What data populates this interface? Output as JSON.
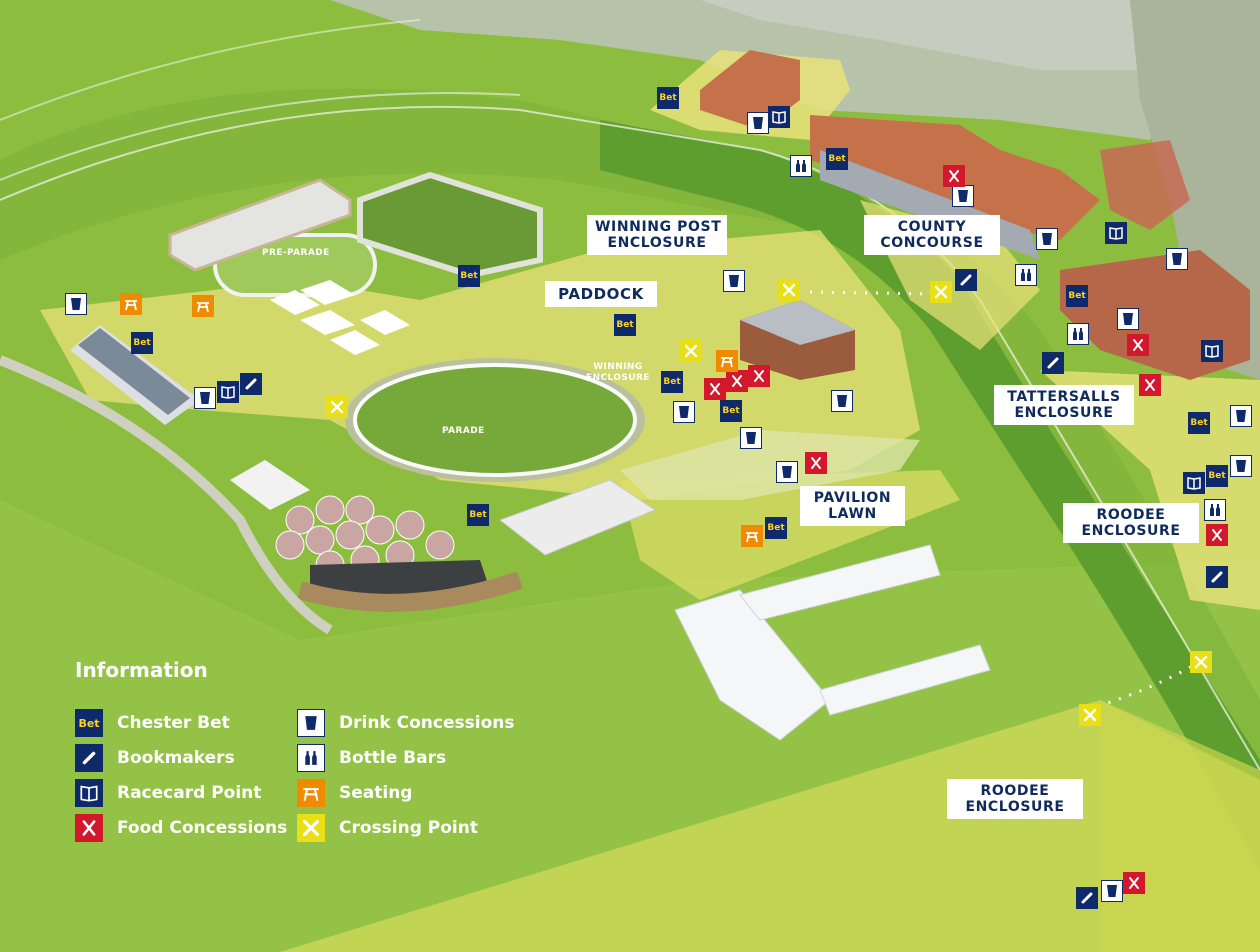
{
  "areas": {
    "winning_post": [
      "WINNING POST",
      "ENCLOSURE"
    ],
    "county": [
      "COUNTY",
      "CONCOURSE"
    ],
    "paddock": "PADDOCK",
    "tattersalls": [
      "TATTERSALLS",
      "ENCLOSURE"
    ],
    "pavilion": [
      "PAVILION",
      "LAWN"
    ],
    "roodee_right": [
      "ROODEE",
      "ENCLOSURE"
    ],
    "roodee_bottom": [
      "ROODEE",
      "ENCLOSURE"
    ],
    "pre_parade": "PRE-PARADE",
    "parade": "PARADE",
    "winning_enclosure": [
      "WINNING",
      "ENCLOSURE"
    ]
  },
  "legend": {
    "title": "Information",
    "items": [
      {
        "label": "Chester Bet",
        "icon": "bet-icon"
      },
      {
        "label": "Bookmakers",
        "icon": "bookmaker-icon"
      },
      {
        "label": "Racecard Point",
        "icon": "racecard-icon"
      },
      {
        "label": "Food Concessions",
        "icon": "food-icon"
      },
      {
        "label": "Drink Concessions",
        "icon": "drink-icon"
      },
      {
        "label": "Bottle Bars",
        "icon": "bottle-icon"
      },
      {
        "label": "Seating",
        "icon": "seating-icon"
      },
      {
        "label": "Crossing Point",
        "icon": "crossing-icon"
      }
    ]
  },
  "icon_text": {
    "bet": "Bet"
  },
  "colors": {
    "grass": "#8cbc3c",
    "enclosure_yellow": "#e9e27a",
    "navy": "#0f2a6b",
    "red": "#d3172d",
    "orange": "#f08a00",
    "crossing_yellow": "#e8df17"
  }
}
